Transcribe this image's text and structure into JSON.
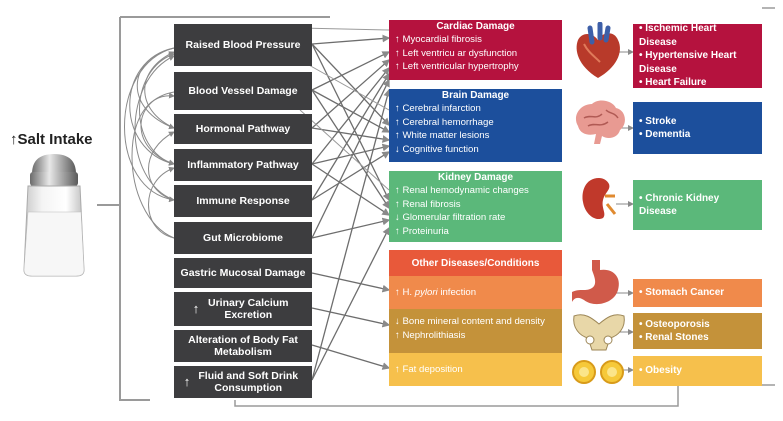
{
  "salt": {
    "arrow": "↑",
    "label": "Salt Intake"
  },
  "mechanisms": [
    {
      "label": "Raised Blood Pressure"
    },
    {
      "label": "Blood Vessel Damage"
    },
    {
      "label": "Hormonal Pathway"
    },
    {
      "label": "Inflammatory Pathway"
    },
    {
      "label": "Immune Response"
    },
    {
      "label": "Gut Microbiome"
    },
    {
      "label": "Gastric Mucosal Damage"
    },
    {
      "arrow": "↑",
      "label": "Urinary Calcium Excretion"
    },
    {
      "label": "Alteration of Body Fat Metabolism"
    },
    {
      "arrow": "↑",
      "label": "Fluid and Soft Drink Consumption"
    }
  ],
  "damage": {
    "cardiac": {
      "title": "Cardiac Damage",
      "items": [
        "↑ Myocardial fibrosis",
        "↑ Left ventricu ar dysfunction",
        "↑ Left ventricular hypertrophy"
      ]
    },
    "brain": {
      "title": "Brain Damage",
      "items": [
        "↑ Cerebral infarction",
        "↑ Cerebral hemorrhage",
        "↑ White matter lesions",
        "↓ Cognitive function"
      ]
    },
    "kidney": {
      "title": "Kidney Damage",
      "items": [
        "↑ Renal hemodynamic changes",
        "↑ Renal fibrosis",
        "↓ Glomerular filtration rate",
        "↑ Proteinuria"
      ]
    },
    "other": {
      "title": "Other Diseases/Conditions",
      "pylori": {
        "arrow": "↑",
        "pre": "H. ",
        "italic": "pylori",
        "post": " infection"
      },
      "bone": [
        "↓ Bone mineral content and density",
        "↑ Nephrolithiasis"
      ],
      "fat": "↑ Fat deposition"
    }
  },
  "outcomes": {
    "cardiac": [
      "• Ischemic Heart Disease",
      "• Hypertensive Heart Disease",
      "• Heart Failure"
    ],
    "brain": [
      "• Stroke",
      "• Dementia"
    ],
    "kidney": [
      "• Chronic Kidney Disease"
    ],
    "stomach": [
      "• Stomach Cancer"
    ],
    "bone": [
      "• Osteoporosis",
      "• Renal Stones"
    ],
    "fat": [
      "• Obesity"
    ]
  },
  "colors": {
    "cardiac": "#b5123e",
    "brain": "#1c4f9c",
    "kidney": "#5bb87a",
    "other_header": "#e8593a",
    "pylori": "#f08a4b",
    "bone": "#c4923a",
    "fat": "#f6c04c",
    "mechanism": "#3d3d3f"
  },
  "icons": [
    "heart-icon",
    "brain-icon",
    "kidney-icon",
    "stomach-icon",
    "pelvis-icon",
    "fat-cells-icon",
    "salt-shaker-icon"
  ]
}
